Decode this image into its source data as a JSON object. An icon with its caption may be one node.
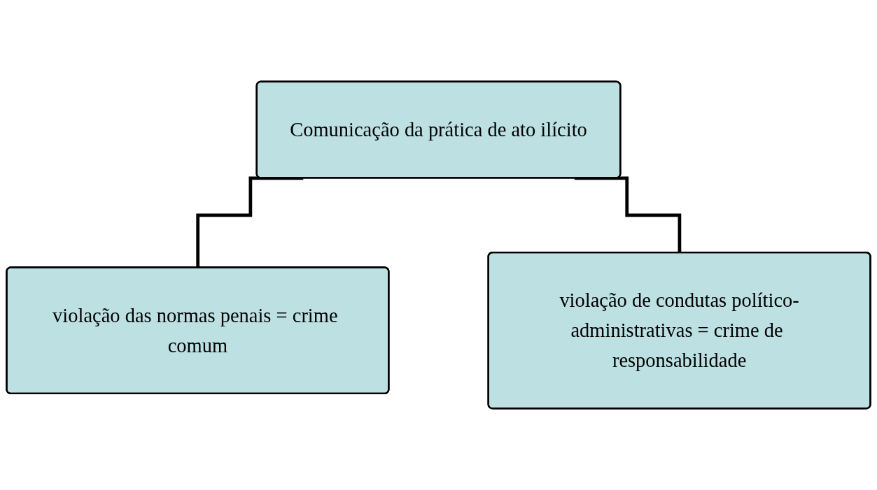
{
  "diagram": {
    "nodes": [
      {
        "text": [
          "Comunicação da prática de ato ilícito"
        ]
      },
      {
        "text": [
          "violação das normas penais = crime comum"
        ]
      },
      {
        "text": [
          "violação de condutas político-administrativas = crime de responsabilidade"
        ]
      }
    ],
    "edges": [
      {
        "from": 0,
        "to": 1,
        "arrow": "none"
      },
      {
        "from": 0,
        "to": 2,
        "arrow": "none"
      }
    ]
  }
}
